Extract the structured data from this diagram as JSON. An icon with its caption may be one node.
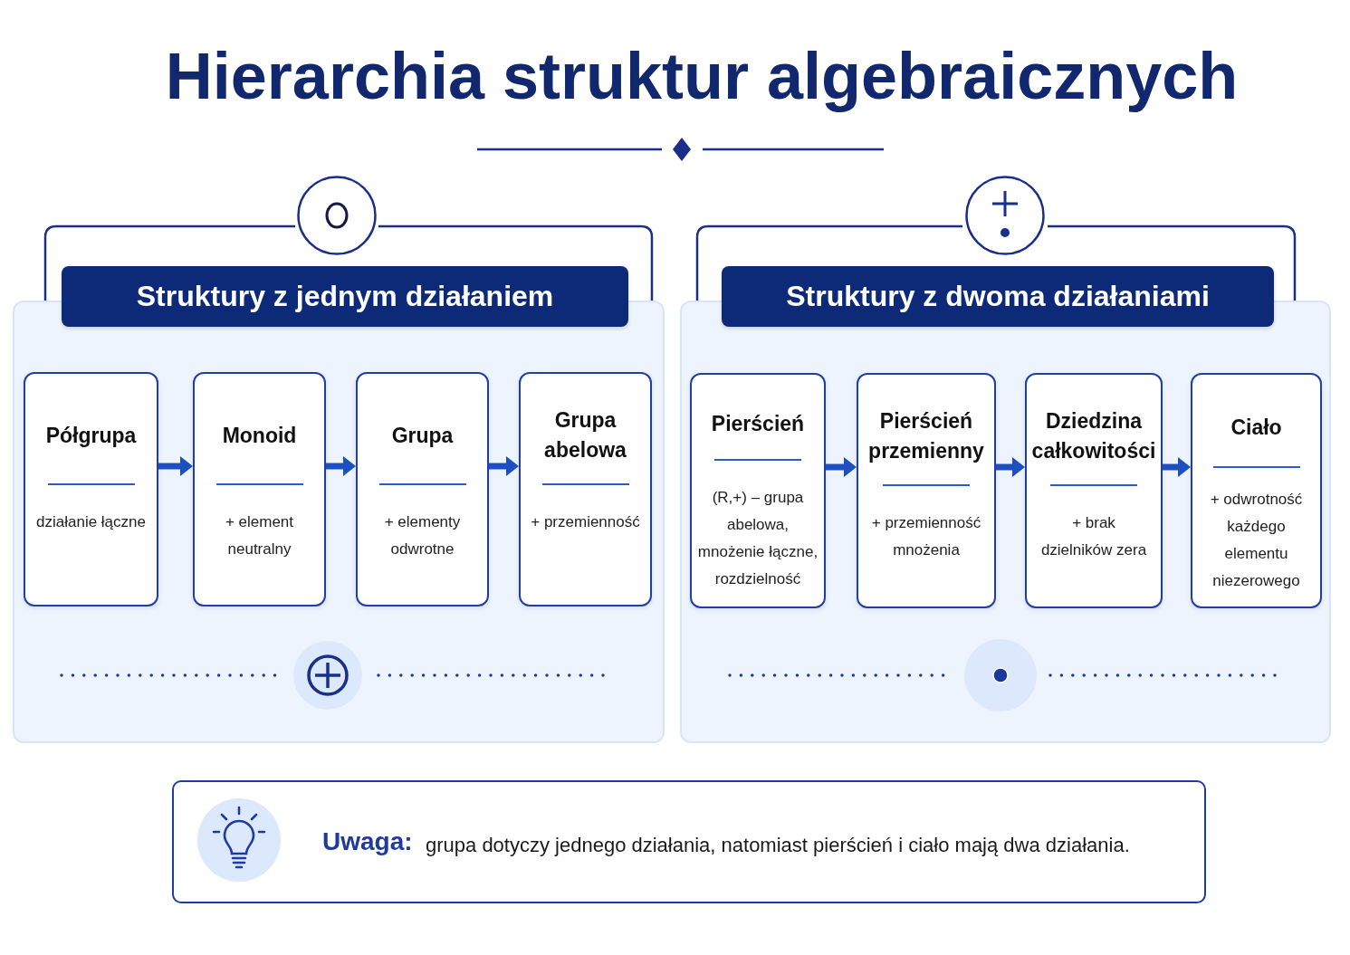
{
  "diagram": {
    "title": "Hierarchia struktur algebraicznych",
    "nodes": [
      {
        "text": [
          "Struktury z jednym działaniem"
        ]
      },
      {
        "text": [
          "Półgrupa",
          "działanie łączne"
        ],
        "in": 0
      },
      {
        "text": [
          "Monoid",
          "+ element neutralny"
        ],
        "in": 0
      },
      {
        "text": [
          "Grupa",
          "+ elementy odwrotne"
        ],
        "in": 0
      },
      {
        "text": [
          "Grupa abelowa",
          "+ przemienność"
        ],
        "in": 0
      },
      {
        "text": [
          "Struktury z dwoma działaniami"
        ]
      },
      {
        "text": [
          "Pierścień",
          "(R,+) – grupa abelowa, mnożenie łączne, rozdzielność"
        ],
        "in": 5
      },
      {
        "text": [
          "Pierścień przemienny",
          "+ przemienność mnożenia"
        ],
        "in": 5
      },
      {
        "text": [
          "Dziedzina całkowitości",
          "+ brak dzielników zera"
        ],
        "in": 5
      },
      {
        "text": [
          "Ciało",
          "+ odwrotność każdego elementu niezerowego"
        ],
        "in": 5
      },
      {
        "text": [
          "Uwaga:",
          "grupa dotyczy jednego działania, natomiast pierścień i ciało mają dwa działania."
        ]
      }
    ],
    "edges": [
      {
        "from": 1,
        "to": 2,
        "arrow": "to"
      },
      {
        "from": 2,
        "to": 3,
        "arrow": "to"
      },
      {
        "from": 3,
        "to": 4,
        "arrow": "to"
      },
      {
        "from": 6,
        "to": 7,
        "arrow": "to"
      },
      {
        "from": 7,
        "to": 8,
        "arrow": "to"
      },
      {
        "from": 8,
        "to": 9,
        "arrow": "to"
      }
    ]
  }
}
